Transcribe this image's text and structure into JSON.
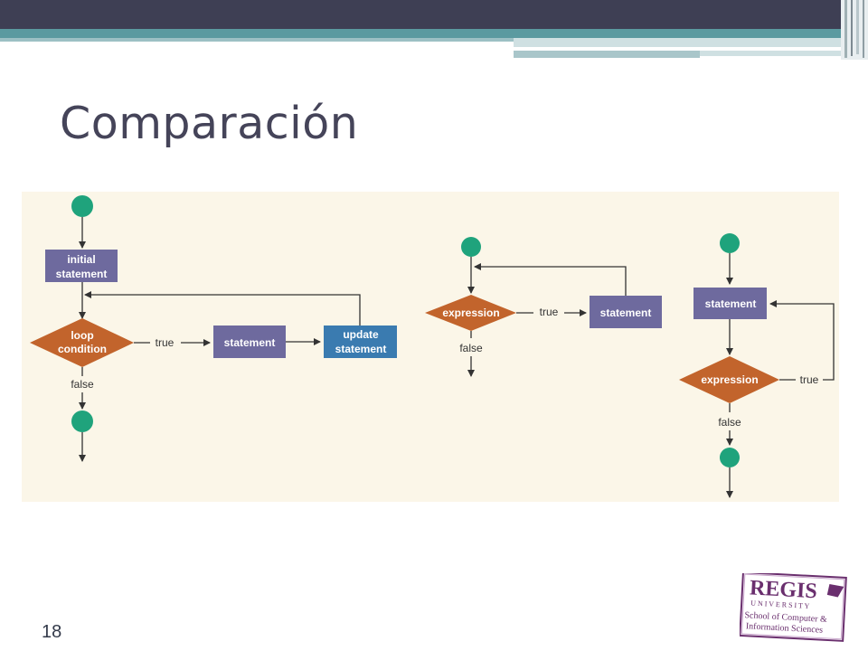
{
  "slide": {
    "title": "Comparación",
    "page_number": "18"
  },
  "diagram": {
    "for_loop": {
      "initial_statement": [
        "initial",
        "statement"
      ],
      "condition": [
        "loop",
        "condition"
      ],
      "true_label": "true",
      "statement": "statement",
      "update": [
        "update",
        "statement"
      ],
      "false_label": "false"
    },
    "while_loop": {
      "expression": "expression",
      "true_label": "true",
      "statement": "statement",
      "false_label": "false"
    },
    "do_while_loop": {
      "statement": "statement",
      "expression": "expression",
      "true_label": "true",
      "false_label": "false"
    }
  },
  "logo": {
    "name": "REGIS",
    "subtitle": "U N I V E R S I T Y",
    "line1": "School of Computer &",
    "line2": "Information Sciences"
  },
  "colors": {
    "process_box": "#6e6a9e",
    "update_box": "#3a7bb0",
    "decision": "#c2642c",
    "terminal": "#1fa37c",
    "panel_bg": "#fbf6e8",
    "header_dark": "#3e3f54",
    "header_teal": "#5b9aa0"
  }
}
